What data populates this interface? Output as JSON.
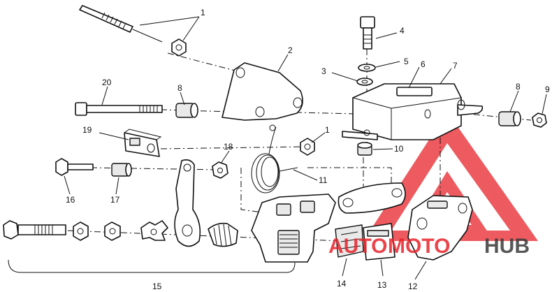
{
  "callouts": {
    "c1a": "1",
    "c1b": "1",
    "c2": "2",
    "c3": "3",
    "c4": "4",
    "c5": "5",
    "c6": "6",
    "c7": "7",
    "c8a": "8",
    "c8b": "8",
    "c9": "9",
    "c10": "10",
    "c11": "11",
    "c12": "12",
    "c13": "13",
    "c14": "14",
    "c15": "15",
    "c16": "16",
    "c17": "17",
    "c18": "18",
    "c19": "19",
    "c20": "20"
  },
  "watermark": {
    "part1": "AUTO",
    "part2": "MOTO",
    "part3": "HUB",
    "color_red": "#e8232a",
    "color_dark": "#3a3a3a"
  }
}
